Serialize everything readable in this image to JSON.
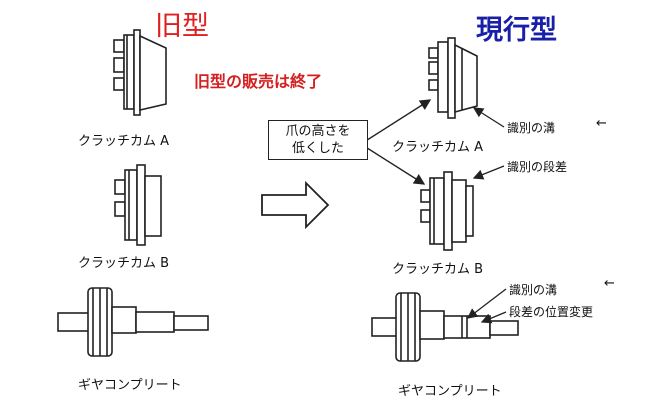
{
  "headers": {
    "old_type": "旧型",
    "new_type": "現行型"
  },
  "notice": "旧型の販売は終了",
  "old": {
    "cam_a_label": "クラッチカム A",
    "cam_b_label": "クラッチカム B",
    "gear_label": "ギヤコンプリート"
  },
  "new": {
    "cam_a_label": "クラッチカム A",
    "cam_b_label": "クラッチカム B",
    "gear_label": "ギヤコンプリート"
  },
  "callout": {
    "line1": "爪の高さを",
    "line2": "低くした"
  },
  "annotations": {
    "groove_a": "識別の溝",
    "step_b": "識別の段差",
    "groove_gear": "識別の溝",
    "step_pos_change": "段差の位置変更",
    "arrow_mark_1": "←",
    "arrow_mark_2": "←"
  },
  "colors": {
    "old_header": "#e02020",
    "new_header": "#1a1fa8",
    "notice": "#d42020"
  }
}
